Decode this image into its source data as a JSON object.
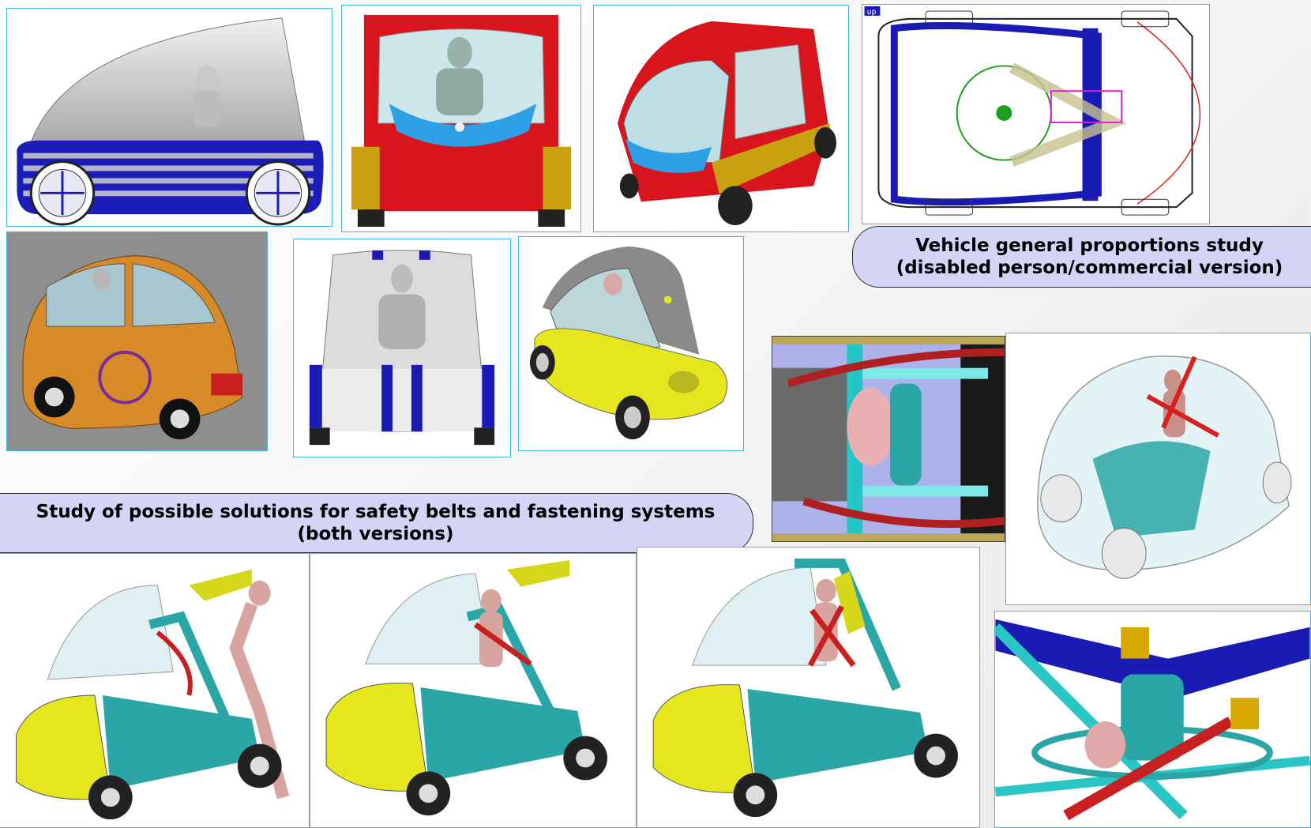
{
  "captions": {
    "proportions": {
      "line1": "Vehicle general proportions study",
      "line2": "(disabled person/commercial version)"
    },
    "belts": {
      "line1": "Study of possible solutions for safety belts and fastening systems",
      "line2": "(both versions)"
    }
  },
  "blueprint_tag": "up",
  "colors": {
    "frame_border": "#3fb6e6",
    "caption_fill": "#d4d5f6",
    "body_red": "#d8141c",
    "body_yellow": "#e6e61e",
    "body_orange": "#e08a20",
    "stripe_blue": "#1a1ab4",
    "frame_teal": "#2aa6a6"
  },
  "images": [
    {
      "name": "side-view-blue-striped-render",
      "icon": "car-side-icon"
    },
    {
      "name": "front-view-red-render",
      "icon": "car-front-icon"
    },
    {
      "name": "three-quarter-red-render",
      "icon": "car-3q-icon"
    },
    {
      "name": "top-view-wireframe-blueprint",
      "icon": "blueprint-icon"
    },
    {
      "name": "orange-wireframe-wheelchair-render",
      "icon": "car-wireframe-icon"
    },
    {
      "name": "front-view-white-blue-stripe-render",
      "icon": "car-front-icon"
    },
    {
      "name": "yellow-pod-three-quarter-render",
      "icon": "car-3q-icon"
    },
    {
      "name": "top-view-belt-detail-render",
      "icon": "belt-detail-icon"
    },
    {
      "name": "transparent-shell-seatbelt-render",
      "icon": "shell-icon"
    },
    {
      "name": "entry-sequence-step-1",
      "icon": "car-open-icon"
    },
    {
      "name": "entry-sequence-step-2",
      "icon": "car-open-icon"
    },
    {
      "name": "entry-sequence-step-3",
      "icon": "car-open-icon"
    },
    {
      "name": "frame-closeup-belt-render",
      "icon": "frame-closeup-icon"
    }
  ]
}
